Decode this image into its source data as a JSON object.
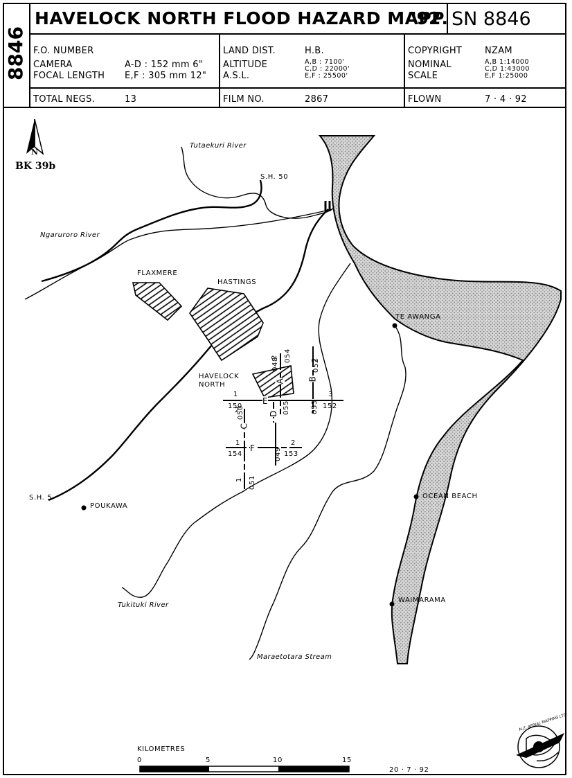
{
  "header": {
    "title": "HAVELOCK NORTH FLOOD HAZARD MAPP.",
    "year": "'92",
    "sn": "SN 8846",
    "side_id": "8846",
    "fo_number_label": "F.O. NUMBER",
    "camera_label": "CAMERA",
    "camera_value": "A-D : 152 mm  6\"",
    "focal_label": "FOCAL LENGTH",
    "focal_value": "E,F : 305 mm  12\"",
    "land_dist_label": "LAND DIST.",
    "land_dist_value": "H.B.",
    "altitude_label": "ALTITUDE",
    "asl_label": "A.S.L.",
    "altitude_values": [
      "A,B : 7100'",
      "C,D : 22000'",
      "E,F : 25500'"
    ],
    "copyright_label": "COPYRIGHT",
    "copyright_value": "NZAM",
    "nominal_label": "NOMINAL",
    "scale_label": "SCALE",
    "scale_values": [
      "A,B 1:14000",
      "C,D 1:43000",
      "E,F 1:25000"
    ],
    "total_negs_label": "TOTAL NEGS.",
    "total_negs_value": "13",
    "film_no_label": "FILM NO.",
    "film_no_value": "2867",
    "flown_label": "FLOWN",
    "flown_value": "7 · 4 · 92"
  },
  "map": {
    "north_label": "N",
    "sheet_ref": "BK 39b",
    "rivers": [
      "Tutaekuri River",
      "Ngaruroro River",
      "Tukituki River",
      "Maraetotara Stream"
    ],
    "roads": [
      "S.H. 50",
      "S.H. 5"
    ],
    "areas": [
      "FLAXMERE",
      "HASTINGS",
      "HAVELOCK",
      "NORTH"
    ],
    "places": [
      "TE AWANGA",
      "OCEAN BEACH",
      "WAIMARAMA",
      "POUKAWA"
    ],
    "runs": {
      "A": "A",
      "B": "B",
      "C": "C",
      "D": "D",
      "E": "E",
      "F": "F",
      "labels": [
        "1",
        "2",
        "048",
        "054",
        "2",
        "052",
        "1",
        "150",
        "055",
        "053",
        "3",
        "152",
        "2",
        "050",
        "1",
        "154",
        "049",
        "2",
        "153",
        "1",
        "051",
        "2"
      ]
    }
  },
  "footer": {
    "scale_title": "KILOMETRES",
    "scale_ticks": [
      "0",
      "5",
      "10",
      "15"
    ],
    "date": "20 · 7 · 92",
    "logo_text": "N.Z. AERIAL MAPPING LTD"
  },
  "colors": {
    "ink": "#000000",
    "sea_stipple": "#9a9a9a",
    "paper": "#ffffff"
  }
}
